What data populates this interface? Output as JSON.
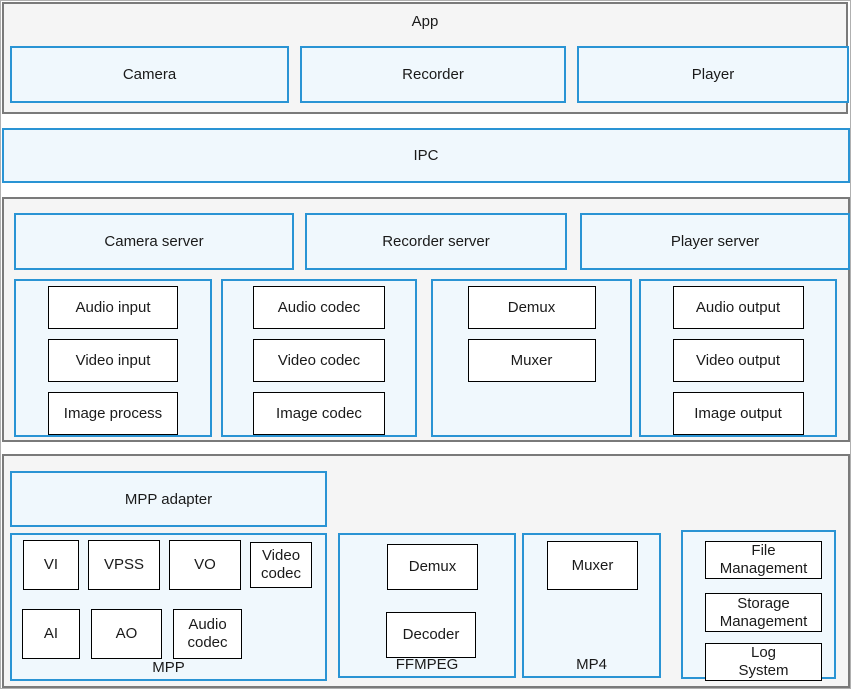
{
  "colors": {
    "accent_blue": "#2a94d4",
    "blue_box_fill": "#f0f8fd",
    "layer_fill": "#f5f5f5",
    "layer_border": "#7a7a7a",
    "module_border": "#000000"
  },
  "app_layer": {
    "title": "App",
    "boxes": [
      "Camera",
      "Recorder",
      "Player"
    ]
  },
  "ipc": {
    "label": "IPC"
  },
  "server_layer": {
    "servers": [
      "Camera server",
      "Recorder server",
      "Player server"
    ],
    "columns": [
      {
        "modules": [
          "Audio input",
          "Video input",
          "Image process"
        ]
      },
      {
        "modules": [
          "Audio codec",
          "Video codec",
          "Image codec"
        ]
      },
      {
        "modules": [
          "Demux",
          "Muxer"
        ]
      },
      {
        "modules": [
          "Audio output",
          "Video output",
          "Image output"
        ]
      }
    ]
  },
  "platform_layer": {
    "adapter": "MPP adapter",
    "groups": [
      {
        "label": "MPP",
        "row1": [
          "VI",
          "VPSS",
          "VO",
          "Video codec"
        ],
        "row2": [
          "AI",
          "AO",
          "Audio codec"
        ]
      },
      {
        "label": "FFMPEG",
        "modules": [
          "Demux",
          "Decoder"
        ]
      },
      {
        "label": "MP4",
        "modules": [
          "Muxer"
        ]
      },
      {
        "label": "",
        "modules": [
          "File Management",
          "Storage Management",
          "Log System"
        ]
      }
    ]
  }
}
